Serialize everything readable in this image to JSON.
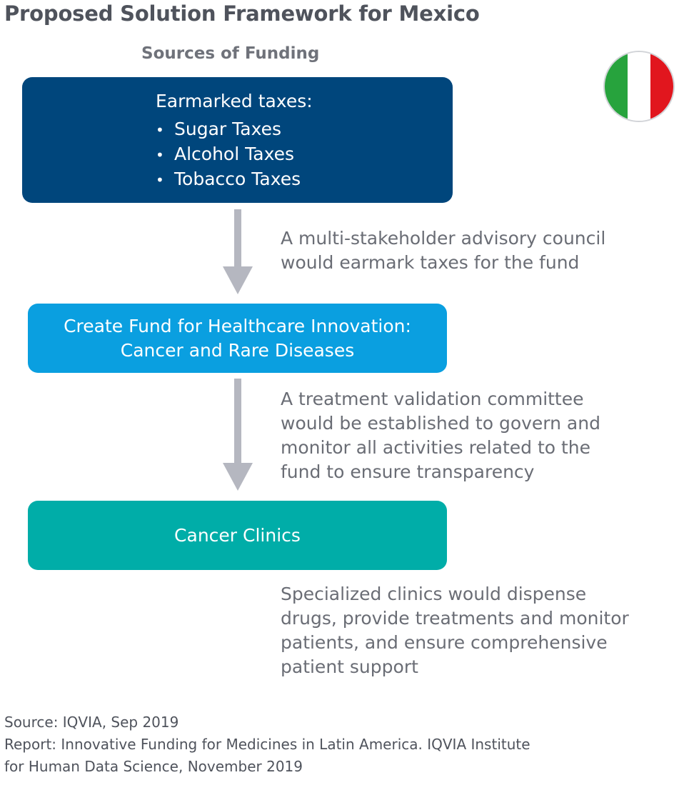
{
  "title": "Proposed Solution Framework for Mexico",
  "subtitle": "Sources of Funding",
  "flag": {
    "colors": [
      "#27a33d",
      "#ffffff",
      "#e1161e"
    ]
  },
  "taxes_box": {
    "heading": "Earmarked taxes:",
    "items": [
      "Sugar Taxes",
      "Alcohol Taxes",
      "Tobacco Taxes"
    ]
  },
  "fund_box": {
    "lines": [
      "Create Fund for Healthcare Innovation:",
      "Cancer and Rare Diseases"
    ]
  },
  "clinics_box": {
    "label": "Cancer Clinics"
  },
  "notes": {
    "council": [
      "A multi-stakeholder advisory council",
      "would earmark taxes for the fund"
    ],
    "committee": [
      "A treatment validation committee",
      "would be established to govern and",
      "monitor all activities related to the",
      "fund to ensure transparency"
    ],
    "clinics": [
      "Specialized clinics would dispense",
      "drugs, provide treatments and monitor",
      "patients, and ensure comprehensive",
      "patient support"
    ]
  },
  "footer": {
    "source": "Source: IQVIA, Sep 2019",
    "report_lines": [
      "Report: Innovative Funding for Medicines in Latin America. IQVIA Institute",
      "for Human Data Science, November 2019"
    ]
  },
  "colors": {
    "taxes_box": "#00467c",
    "fund_box": "#0a9fe0",
    "clinics_box": "#00ada8",
    "arrow": "#b5b7c0"
  }
}
